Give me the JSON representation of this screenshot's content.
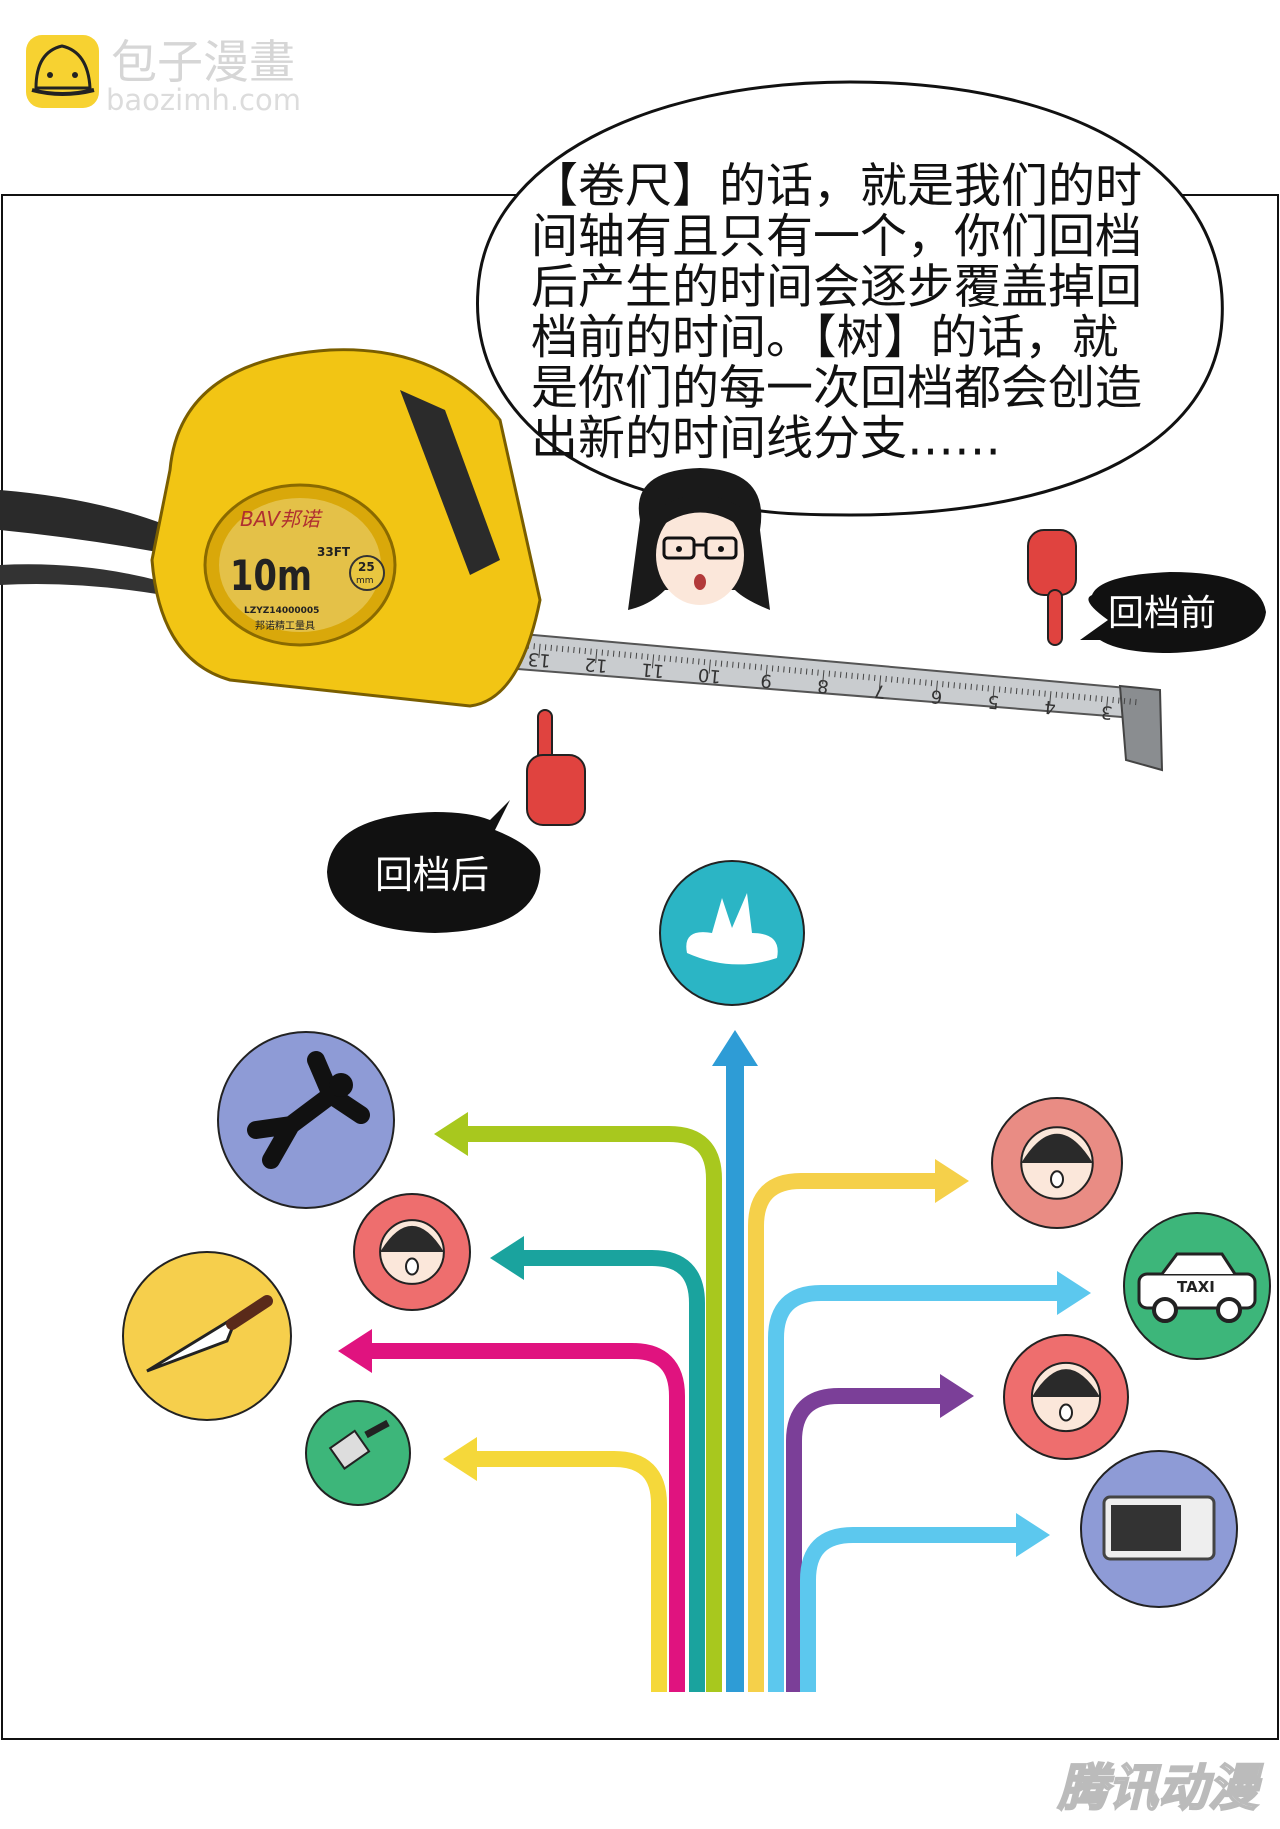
{
  "logo": {
    "name": "包子漫畫",
    "url": "baozimh.com",
    "icon": "steamed-bun-icon",
    "color": "#F7D231"
  },
  "speech_bubble": {
    "lines": [
      "【卷尺】的话，就是我们的时",
      "间轴有且只有一个，你们回档",
      "后产生的时间会逐步覆盖掉回",
      "档前的时间。【树】的话，就",
      "是你们的每一次回档都会创造",
      "出新的时间线分支……"
    ]
  },
  "tape_measure": {
    "brand": "BAV邦诺",
    "length": "10m",
    "feet": "33FT",
    "width_top": "25",
    "width_unit": "mm",
    "model": "LZYZ14000005",
    "maker": "邦诺精工量具",
    "marks": [
      "13",
      "12",
      "11",
      "10",
      "9",
      "8",
      "7",
      "6",
      "5",
      "4",
      "3"
    ],
    "body_color": "#F2C514"
  },
  "labels": {
    "before": "回档前",
    "after": "回档后"
  },
  "tree": {
    "icons": [
      "splash-icon",
      "diving-person-icon",
      "laughing-girl-icon",
      "knife-icon",
      "cleaver-icon",
      "glasses-man-icon",
      "taxi-icon",
      "girl-face-icon",
      "oven-icon"
    ],
    "taxi_text": "TAXI",
    "colors": {
      "green": "#A8C81E",
      "teal": "#1AA39E",
      "magenta": "#E0137F",
      "yellow": "#F5D83A",
      "blue": "#2E9CD6",
      "yellow_right": "#F5D04A",
      "light_blue": "#5CC8EE",
      "purple": "#7B3F98",
      "circle_teal": "#2BB5C5",
      "circle_periwinkle": "#8E9BD6",
      "circle_red": "#EE6E6E",
      "circle_yellow": "#F6CF4C",
      "circle_green": "#3DB67A",
      "circle_salmon": "#E98C84"
    }
  },
  "watermark": "腾讯动漫"
}
